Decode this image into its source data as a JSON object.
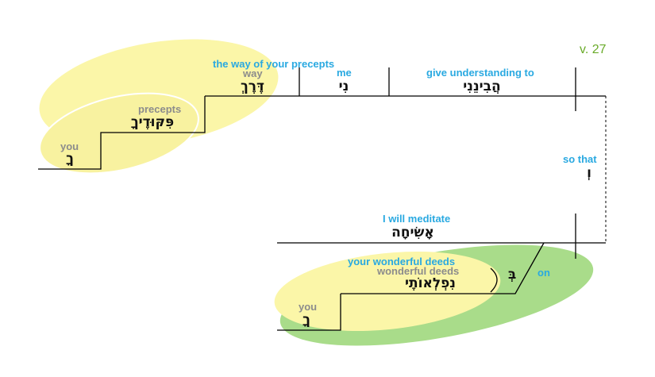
{
  "verse": "v. 27",
  "colors": {
    "blue": "#29a9e1",
    "gray": "#8c8c8c",
    "verse_green": "#6aab2a",
    "yellow": "#fbf6a8",
    "green": "#a9dc8a"
  },
  "top": {
    "give": {
      "gloss": "give understanding to",
      "hebrew": "הֲבִינֵנִי"
    },
    "me": {
      "gloss": "me",
      "hebrew": "נִי"
    },
    "way_phrase": {
      "gloss": "the way of your precepts"
    },
    "way": {
      "gloss": "way",
      "hebrew": "דֶּרֶךְ"
    },
    "precepts": {
      "gloss": "precepts",
      "hebrew": "פִּקּוּדֶיךָ"
    },
    "you": {
      "gloss": "you",
      "hebrew": "ךָ"
    }
  },
  "conj": {
    "gloss": "so that",
    "hebrew": "וְ"
  },
  "bottom": {
    "meditate": {
      "gloss": "I will meditate",
      "hebrew": "אָשִׂיחָה"
    },
    "deeds_phrase": {
      "gloss": "your wonderful deeds"
    },
    "deeds": {
      "gloss": "wonderful deeds",
      "hebrew": "נִפְלְאוֹתֶי"
    },
    "on": {
      "gloss": "on",
      "hebrew": "בְּ"
    },
    "you": {
      "gloss": "you",
      "hebrew": "ךָ"
    }
  }
}
